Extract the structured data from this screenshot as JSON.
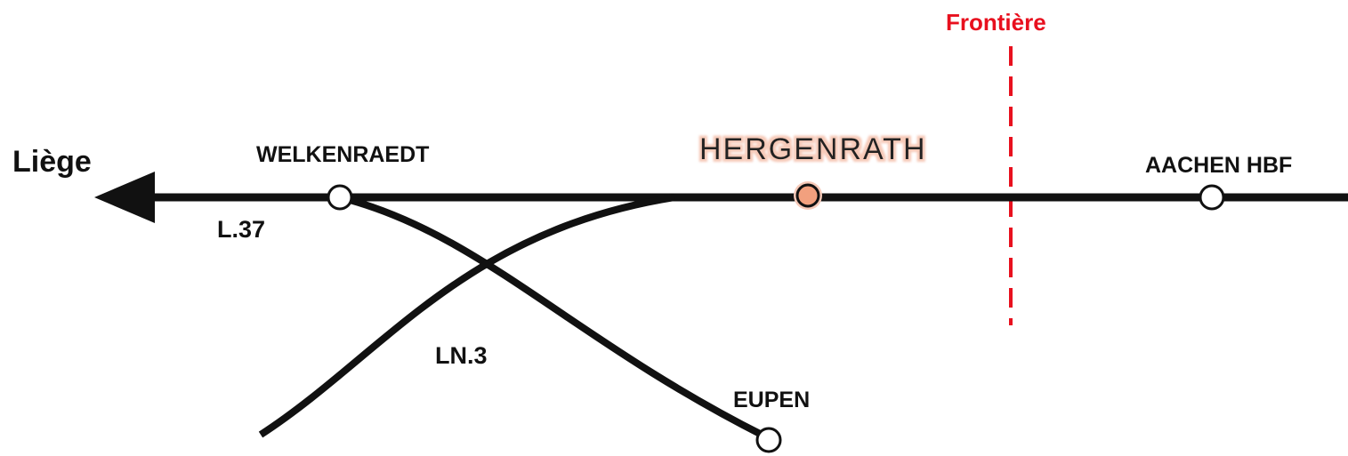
{
  "map": {
    "destination_left": "Liège",
    "border_label": "Frontière",
    "line_labels": {
      "main_line": "L.37",
      "branch_line": "LN.3"
    },
    "stations": {
      "welkenraedt": "WELKENRAEDT",
      "hergenrath": "HERGENRATH",
      "aachen": "AACHEN HBF",
      "eupen": "EUPEN"
    },
    "colors": {
      "track": "#111111",
      "border": "#e8101e",
      "highlight_station_fill": "#f2a07e",
      "highlight_label_glow": "#f6c9b8",
      "station_fill": "#ffffff"
    }
  }
}
